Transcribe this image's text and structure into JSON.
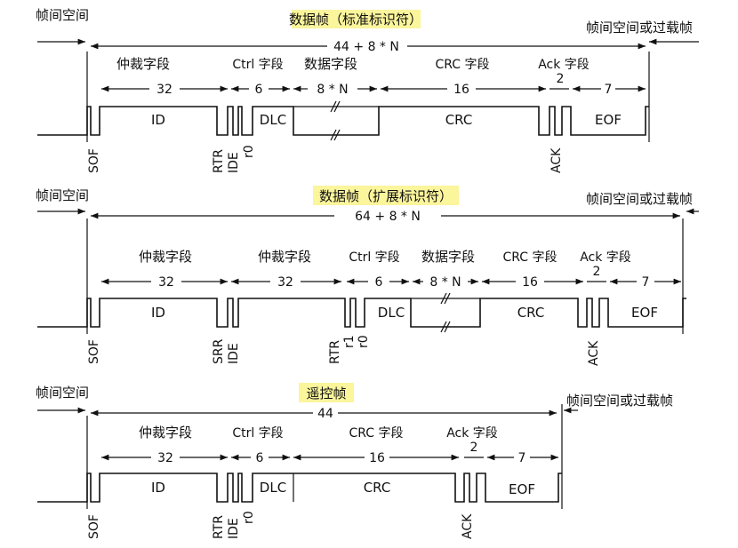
{
  "frames": [
    {
      "title": "数据帧（标准标识符）",
      "left_label": "帧间空间",
      "right_label": "帧间空间或过载帧",
      "total": "44 + 8 * N",
      "fields": [
        {
          "label": "仲裁字段",
          "count": "32"
        },
        {
          "label": "Ctrl 字段",
          "count": "6"
        },
        {
          "label": "数据字段",
          "count": "8 * N"
        },
        {
          "label": "CRC 字段",
          "count": "16"
        },
        {
          "label": "Ack 字段",
          "count": "2"
        },
        {
          "label": "",
          "count": "7"
        }
      ],
      "boxes": [
        "ID",
        "DLC",
        "CRC",
        "EOF"
      ],
      "bits": [
        "SOF",
        "RTR",
        "IDE",
        "r0",
        "ACK"
      ]
    },
    {
      "title": "数据帧（扩展标识符）",
      "left_label": "帧间空间",
      "right_label": "帧间空间或过载帧",
      "total": "64 + 8 * N",
      "fields": [
        {
          "label": "仲裁字段",
          "count": "32"
        },
        {
          "label": "仲裁字段",
          "count": "32"
        },
        {
          "label": "Ctrl 字段",
          "count": "6"
        },
        {
          "label": "数据字段",
          "count": "8 * N"
        },
        {
          "label": "CRC 字段",
          "count": "16"
        },
        {
          "label": "Ack 字段",
          "count": "2"
        },
        {
          "label": "",
          "count": "7"
        }
      ],
      "boxes": [
        "ID",
        "DLC",
        "CRC",
        "EOF"
      ],
      "bits": [
        "SOF",
        "SRR",
        "IDE",
        "RTR",
        "r1",
        "r0",
        "ACK"
      ]
    },
    {
      "title": "遥控帧",
      "left_label": "帧间空间",
      "right_label": "帧间空间或过载帧",
      "total": "44",
      "fields": [
        {
          "label": "仲裁字段",
          "count": "32"
        },
        {
          "label": "Ctrl 字段",
          "count": "6"
        },
        {
          "label": "CRC 字段",
          "count": "16"
        },
        {
          "label": "Ack 字段",
          "count": "2"
        },
        {
          "label": "",
          "count": "7"
        }
      ],
      "boxes": [
        "ID",
        "DLC",
        "CRC",
        "EOF"
      ],
      "bits": [
        "SOF",
        "RTR",
        "IDE",
        "r0",
        "ACK"
      ]
    }
  ]
}
